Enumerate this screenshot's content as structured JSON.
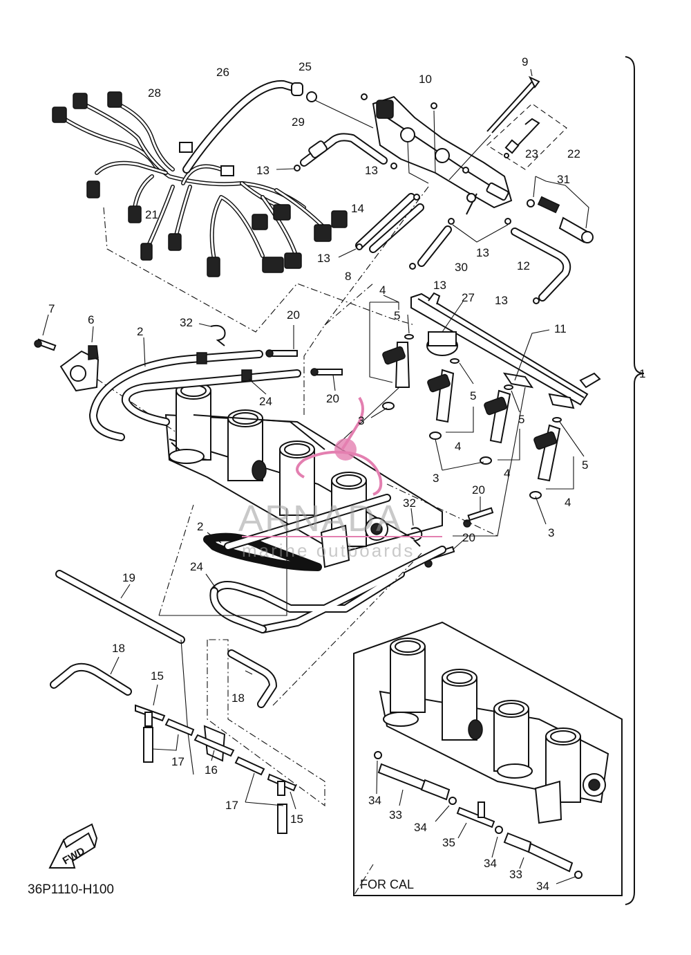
{
  "diagram": {
    "part_code": "36P1110-H100",
    "inset_caption": "FOR CAL",
    "fwd_label": "FWD",
    "watermark_main": "ARNADA",
    "watermark_sub": "marine outboards",
    "colors": {
      "line": "#111111",
      "watermark_logo": "#e37fb0",
      "watermark_text": "#9c9c9c"
    },
    "callouts": [
      "1",
      "2",
      "2",
      "3",
      "3",
      "3",
      "3",
      "4",
      "4",
      "4",
      "4",
      "5",
      "5",
      "5",
      "5",
      "6",
      "7",
      "8",
      "9",
      "10",
      "11",
      "12",
      "13",
      "13",
      "13",
      "13",
      "13",
      "13",
      "14",
      "15",
      "15",
      "16",
      "17",
      "17",
      "18",
      "18",
      "19",
      "20",
      "20",
      "20",
      "20",
      "21",
      "22",
      "23",
      "24",
      "24",
      "25",
      "26",
      "27",
      "28",
      "29",
      "30",
      "31",
      "32",
      "32",
      "33",
      "33",
      "34",
      "34",
      "34",
      "34",
      "35"
    ]
  }
}
